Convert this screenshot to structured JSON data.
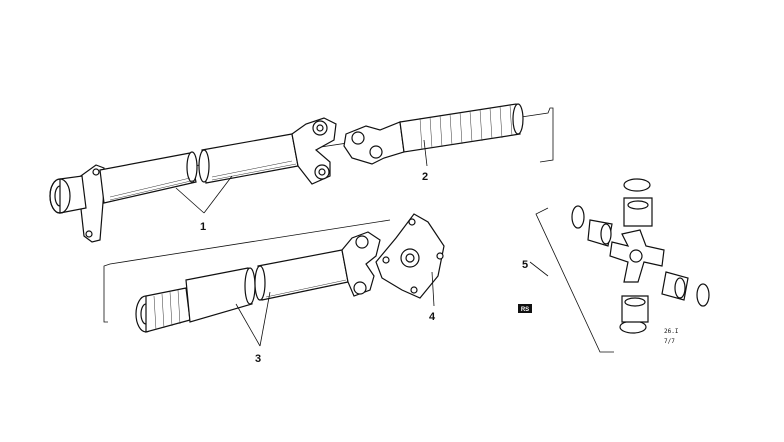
{
  "callouts": {
    "c1": "1",
    "c2": "2",
    "c3": "3",
    "c4": "4",
    "c5": "5"
  },
  "badge": "RS",
  "code": {
    "line1": "26.I",
    "line2": "7/7"
  },
  "colors": {
    "line": "#111111",
    "background": "#ffffff"
  }
}
